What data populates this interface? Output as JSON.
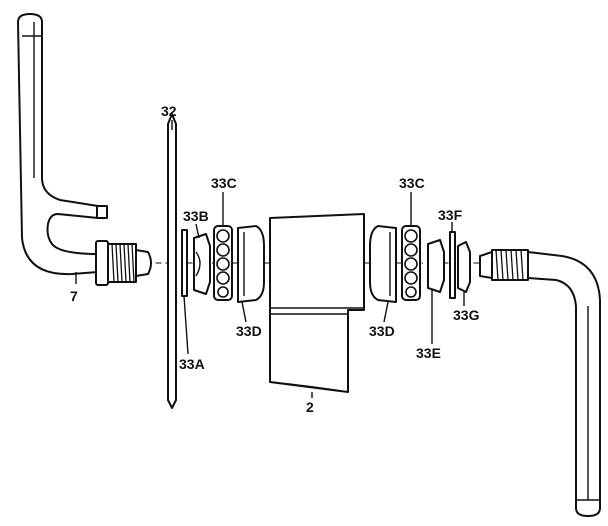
{
  "labels": {
    "p32": "32",
    "p33c_left": "33C",
    "p33c_right": "33C",
    "p33b": "33B",
    "p33f": "33F",
    "p7": "7",
    "p33d_left": "33D",
    "p33d_right": "33D",
    "p33a": "33A",
    "p33e": "33E",
    "p33g": "33G",
    "p2": "2"
  }
}
